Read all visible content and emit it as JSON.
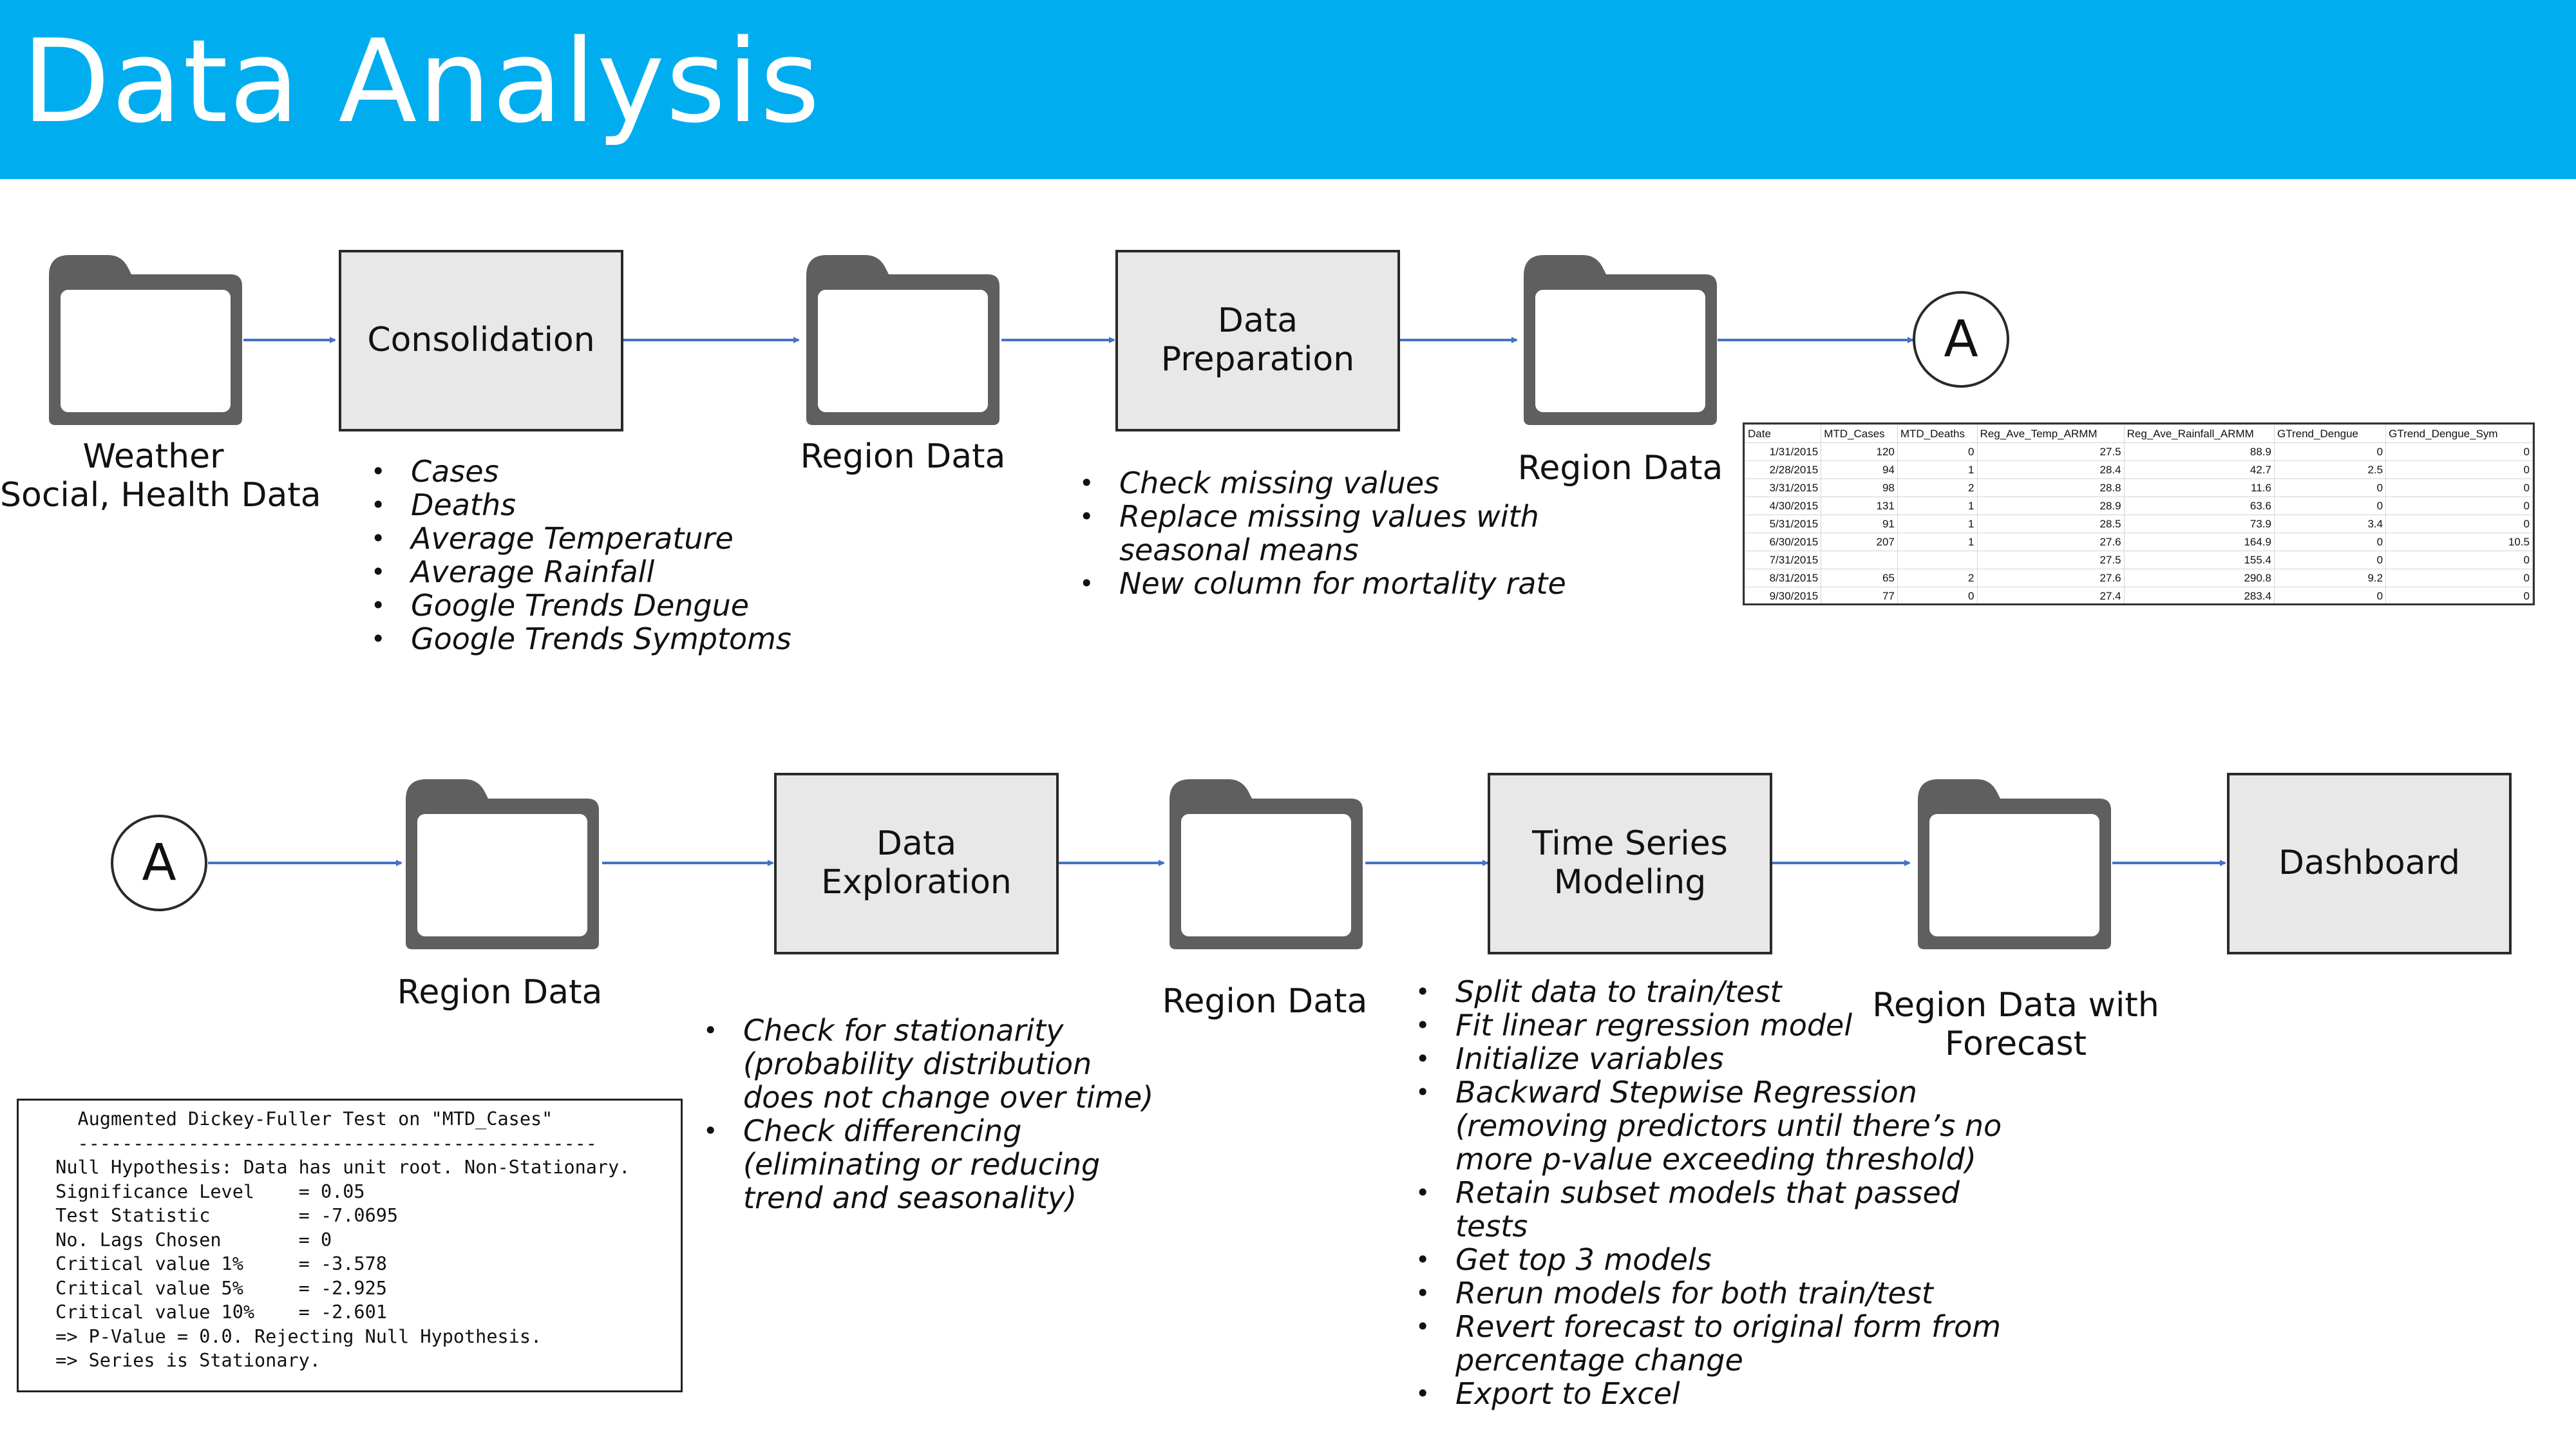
{
  "header": {
    "title": "Data Analysis"
  },
  "flow_top": {
    "source_label": [
      "Weather",
      "Social, Health Data"
    ],
    "consolidation": {
      "label": "Consolidation",
      "items": [
        "Cases",
        "Deaths",
        "Average Temperature",
        "Average Rainfall",
        "Google Trends Dengue",
        "Google Trends Symptoms"
      ]
    },
    "region_data_1": "Region Data",
    "preparation": {
      "label": [
        "Data",
        "Preparation"
      ],
      "items": [
        "Check missing values",
        "Replace missing values with seasonal means",
        "New column for mortality rate"
      ]
    },
    "region_data_2": "Region Data",
    "connector": "A"
  },
  "sheet": {
    "headers": [
      "Date",
      "MTD_Cases",
      "MTD_Deaths",
      "Reg_Ave_Temp_ARMM",
      "Reg_Ave_Rainfall_ARMM",
      "GTrend_Dengue",
      "GTrend_Dengue_Sym"
    ],
    "rows": [
      [
        "1/31/2015",
        "120",
        "0",
        "27.5",
        "88.9",
        "0",
        "0"
      ],
      [
        "2/28/2015",
        "94",
        "1",
        "28.4",
        "42.7",
        "2.5",
        "0"
      ],
      [
        "3/31/2015",
        "98",
        "2",
        "28.8",
        "11.6",
        "0",
        "0"
      ],
      [
        "4/30/2015",
        "131",
        "1",
        "28.9",
        "63.6",
        "0",
        "0"
      ],
      [
        "5/31/2015",
        "91",
        "1",
        "28.5",
        "73.9",
        "3.4",
        "0"
      ],
      [
        "6/30/2015",
        "207",
        "1",
        "27.6",
        "164.9",
        "0",
        "10.5"
      ],
      [
        "7/31/2015",
        "",
        "",
        "27.5",
        "155.4",
        "0",
        "0"
      ],
      [
        "8/31/2015",
        "65",
        "2",
        "27.6",
        "290.8",
        "9.2",
        "0"
      ],
      [
        "9/30/2015",
        "77",
        "0",
        "27.4",
        "283.4",
        "0",
        "0"
      ]
    ]
  },
  "flow_bottom": {
    "connector": "A",
    "region_data_3": "Region Data",
    "exploration": {
      "label": [
        "Data",
        "Exploration"
      ],
      "items": [
        "Check for stationarity (probability distribution does not change over time)",
        "Check differencing (eliminating or reducing trend and seasonality)"
      ]
    },
    "region_data_4": "Region Data",
    "modeling": {
      "label": [
        "Time Series",
        "Modeling"
      ],
      "items": [
        "Split data to train/test",
        "Fit linear regression model",
        "Initialize variables",
        "Backward Stepwise Regression (removing predictors until there’s no more p-value exceeding threshold)",
        "Retain subset models that passed tests",
        "Get top 3 models",
        "Rerun models for both train/test",
        "Revert forecast to original form from percentage change",
        "Export to Excel"
      ]
    },
    "forecast_label": [
      "Region Data with",
      "Forecast"
    ],
    "dashboard": "Dashboard"
  },
  "adf_output": {
    "lines": [
      "   Augmented Dickey-Fuller Test on \"MTD_Cases\"",
      "   -----------------------------------------------",
      " Null Hypothesis: Data has unit root. Non-Stationary.",
      " Significance Level    = 0.05",
      " Test Statistic        = -7.0695",
      " No. Lags Chosen       = 0",
      " Critical value 1%     = -3.578",
      " Critical value 5%     = -2.925",
      " Critical value 10%    = -2.601",
      " => P-Value = 0.0. Rejecting Null Hypothesis.",
      " => Series is Stationary."
    ]
  },
  "colors": {
    "header": "#00aeef",
    "arrow": "#4472c4",
    "folder": "#5f5f5f",
    "box_fill": "#e8e8e8"
  }
}
